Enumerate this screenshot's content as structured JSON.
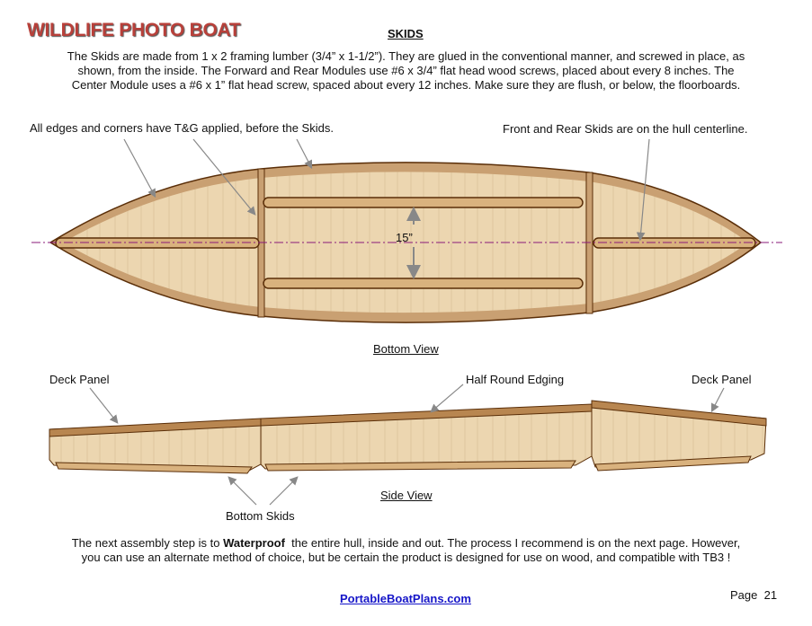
{
  "header": {
    "title": "WILDLIFE PHOTO BOAT",
    "section": "SKIDS"
  },
  "intro": {
    "lines": [
      "The Skids are made from 1 x 2 framing lumber (3/4” x 1-1/2”). They are glued in the conventional manner, and screwed in place, as",
      "shown, from the inside. The Forward and Rear Modules use #6 x 3/4” flat head wood screws, placed about every 8 inches. The",
      "Center Module uses a #6 x 1” flat head screw, spaced about every 12 inches. Make sure they are flush, or below, the floorboards."
    ]
  },
  "bottom_view": {
    "callout_left": "All edges and corners have T&G applied, before the Skids.",
    "callout_right": "Front and Rear Skids are on the hull centerline.",
    "dimension": "15”",
    "caption": "Bottom View"
  },
  "side_view": {
    "deck_left": "Deck Panel",
    "edging": "Half Round Edging",
    "deck_right": "Deck Panel",
    "skids": "Bottom Skids",
    "caption": "Side View"
  },
  "outro": {
    "line1_pre": "The next assembly step is to ",
    "line1_bold": "Waterproof",
    "line1_post": "  the entire hull, inside and out. The process I recommend is on the next page. However,",
    "line2": "you can use an alternate method of choice, but be certain the product is designed for use on wood, and compatible with TB3 !"
  },
  "footer": {
    "link": "PortableBoatPlans.com",
    "page_label": "Page  21"
  },
  "colors": {
    "title": "#b8403a",
    "wood": "#ecd6b0",
    "edge": "#c9a072",
    "outline": "#5a2e08",
    "centerline": "#8a1a7a",
    "link": "#1515c8"
  }
}
